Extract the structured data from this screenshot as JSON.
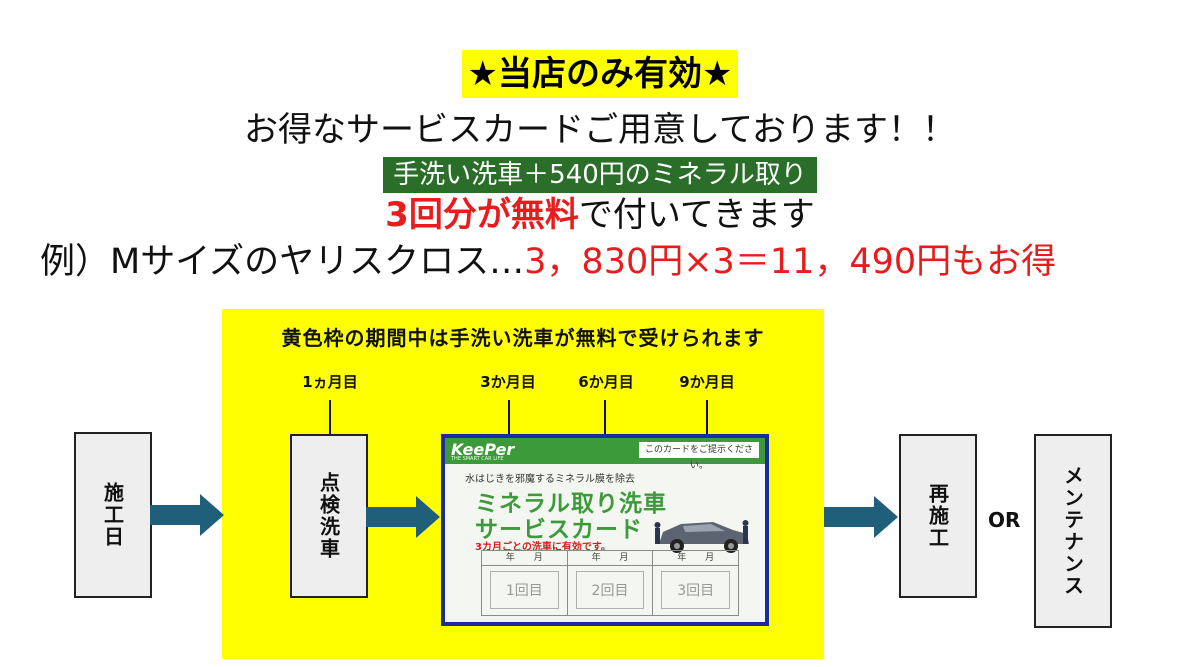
{
  "header": {
    "title": "★当店のみ有効★",
    "subtitle": "お得なサービスカードご用意しております！！",
    "badge": "手洗い洗車＋540円のミネラル取り",
    "free_red": "3回分が無料",
    "free_rest": "で付いてきます",
    "example_prefix": "例）Mサイズのヤリスクロス…",
    "example_red": "3，830円×3＝11，490円もお得"
  },
  "panel": {
    "caption": "黄色枠の期間中は手洗い洗車が無料で受けられます",
    "months": [
      "1ヵ月目",
      "3か月目",
      "6か月目",
      "9か月目"
    ]
  },
  "steps": {
    "start": "施工日",
    "check": "点検洗車",
    "reapply": "再施工",
    "or": "OR",
    "maintenance": "メンテナンス"
  },
  "card": {
    "brand": "KeePer",
    "brand_sub": "THE SMART CAR LIFE",
    "note": "このカードをご提示ください。",
    "line1": "水はじきを邪魔するミネラル膜を除去",
    "title1": "ミネラル取り洗車",
    "title2": "サービスカード",
    "line2": "3カ月ごとの洗車に有効です。",
    "cells": [
      {
        "head": "年 月",
        "label": "1回目"
      },
      {
        "head": "年 月",
        "label": "2回目"
      },
      {
        "head": "年 月",
        "label": "3回目"
      }
    ]
  },
  "colors": {
    "highlight": "#ffff00",
    "badge_green": "#2a6e2a",
    "accent_red": "#e81c1c",
    "arrow": "#1f5f7a",
    "card_border": "#1d2c9c",
    "card_green": "#3d9a3a"
  },
  "icons": {
    "arrow": "right-arrow-icon",
    "car": "car-wash-illustration"
  }
}
